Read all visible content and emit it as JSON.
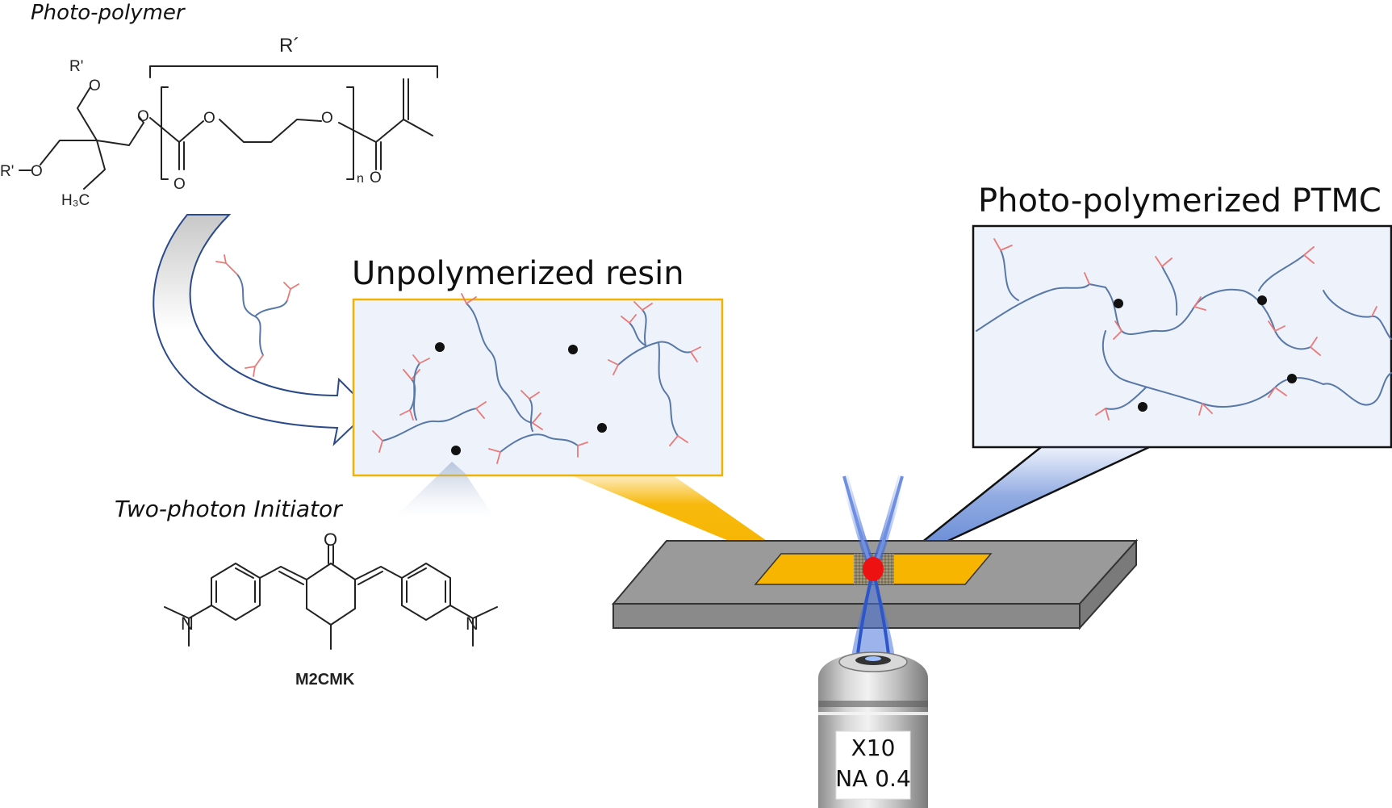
{
  "photopolymer": {
    "title": "Photo-polymer",
    "repeat_label": "R´",
    "atoms": {
      "r_top": "R'",
      "o_top": "O",
      "r_left": "R'",
      "o_left": "O",
      "methyl": "H₃C",
      "o_ester": "O",
      "o_carbonyl_1": "O",
      "o_chain_1": "O",
      "o_chain_2": "O",
      "repeat_n": "n",
      "o_carbonyl_2": "O"
    }
  },
  "resin": {
    "title": "Unpolymerized resin"
  },
  "ptmc": {
    "title": "Photo-polymerized PTMC"
  },
  "initiator": {
    "title": "Two-photon Initiator",
    "name": "M2CMK",
    "atoms": {
      "o_ketone": "O",
      "n_left": "N",
      "n_right": "N"
    }
  },
  "objective": {
    "magnification": "X10",
    "aperture": "NA 0.4"
  },
  "colors": {
    "resin_border": "#f0b400",
    "resin_fill": "#eef2fa",
    "sample_yellow": "#f7b500",
    "slide_top": "#9a9a9a",
    "slide_front": "#8a8a8a",
    "beam": "#3a66d8",
    "focal_spot": "#ee1111",
    "chain": "#5878a8",
    "terminal": "#e87a7a"
  }
}
